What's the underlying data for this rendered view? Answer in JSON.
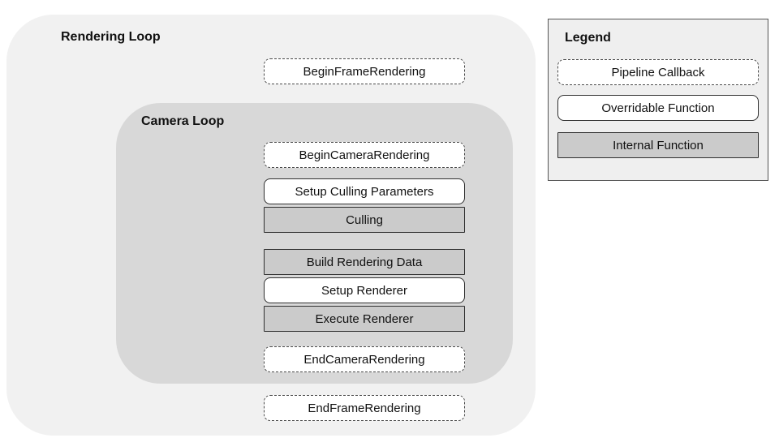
{
  "rendering_loop": {
    "label": "Rendering Loop",
    "begin_frame": "BeginFrameRendering",
    "end_frame": "EndFrameRendering",
    "camera_loop": {
      "label": "Camera Loop",
      "begin_camera": "BeginCameraRendering",
      "setup_culling": "Setup Culling Parameters",
      "culling": "Culling",
      "build_rendering_data": "Build Rendering Data",
      "setup_renderer": "Setup Renderer",
      "execute_renderer": "Execute Renderer",
      "end_camera": "EndCameraRendering"
    }
  },
  "legend": {
    "title": "Legend",
    "items": [
      {
        "label": "Pipeline Callback",
        "type": "callback"
      },
      {
        "label": "Overridable Function",
        "type": "overridable"
      },
      {
        "label": "Internal Function",
        "type": "internal"
      }
    ]
  },
  "colors": {
    "outer_loop_bg": "#f1f1f1",
    "camera_loop_bg": "#d8d8d8",
    "internal_box_bg": "#cbcbcb",
    "legend_bg": "#efefef",
    "box_white_bg": "#ffffff",
    "solid_border": "#2f2f2f",
    "dashed_border": "#4a4a4a",
    "legend_border": "#555555",
    "text_color": "#111111"
  }
}
